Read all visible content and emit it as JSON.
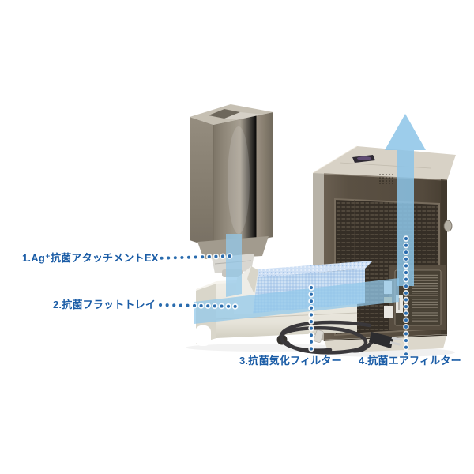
{
  "diagram": {
    "product": "humidifier-parts-diagram",
    "labels": [
      {
        "text": "1.Ag⁺抗菌アタッチメントEX"
      },
      {
        "text": "2.抗菌フラットトレイ"
      },
      {
        "text": "3.抗菌気化フィルター"
      },
      {
        "text": "4.抗菌エアフィルター"
      }
    ]
  },
  "colors": {
    "background": "#ffffff",
    "label_text": "#1a5ca6",
    "leader_dot": "#2a6cae",
    "airflow": "#93c8e9",
    "unit_front": "#564c3f",
    "unit_top": "#d8d2c6",
    "unit_side": "#b7b2a7",
    "grille": "#352e26",
    "tank_body": "#978f81",
    "tray": "#ebe9e1",
    "filter": "#b9d3ee",
    "cord": "#3a383b"
  }
}
